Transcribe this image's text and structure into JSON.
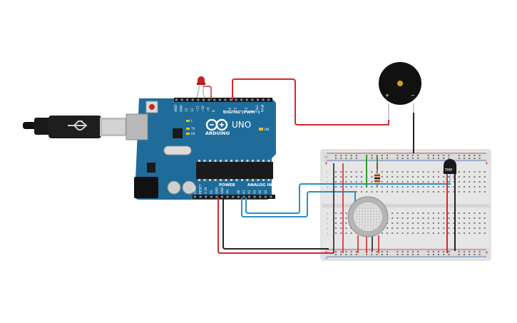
{
  "arduino": {
    "brand": "ARDUINO",
    "model": "UNO",
    "digital_label": "DIGITAL (PWM~)",
    "power_label": "POWER",
    "analog_label": "ANALOG IN",
    "on_label": "ON",
    "tx_label": "TX",
    "rx_label": "RX",
    "l_label": "L",
    "top_pins": [
      "AREF",
      "GND",
      "13",
      "12",
      "~11",
      "~10",
      "~9",
      "8",
      "",
      "7",
      "~6",
      "~5",
      "4",
      "~3",
      "2",
      "TX▸1",
      "RX◂0"
    ],
    "power_pins": [
      "IOREF",
      "RESET",
      "3.3V",
      "5V",
      "GND",
      "GND",
      "Vin"
    ],
    "analog_pins": [
      "A0",
      "A1",
      "A2",
      "A3",
      "A4",
      "A5"
    ]
  },
  "buzzer": {
    "plus": "+",
    "minus": "−"
  },
  "sensor_label": "TMP",
  "breadboard": {
    "rail_plus": "+",
    "rail_minus": "−",
    "rows_top": [
      "j",
      "i",
      "h",
      "g",
      "f"
    ],
    "rows_bottom": [
      "e",
      "d",
      "c",
      "b",
      "a"
    ],
    "columns": 30
  },
  "colors": {
    "board": "#1f6c9b",
    "red_wire": "#d62728",
    "black_wire": "#222222",
    "blue_wire": "#2a8fc7",
    "green_wire": "#2ca02c",
    "led_red": "#cc2020",
    "breadboard": "#e8e8e8"
  }
}
